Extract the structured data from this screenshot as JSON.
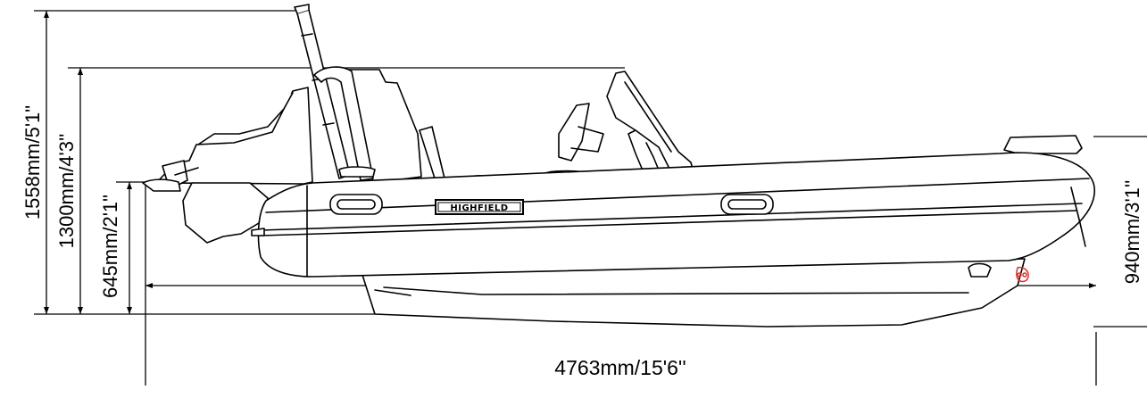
{
  "diagram": {
    "brand_label": "HIGHFIELD",
    "dimensions": {
      "height_overall": "1558mm/5'1\"",
      "height_console": "1300mm/4'3''",
      "height_transom": "645mm/2'1\"",
      "height_bow": "940mm/3'1''",
      "length_overall": "4763mm/15'6''"
    }
  }
}
